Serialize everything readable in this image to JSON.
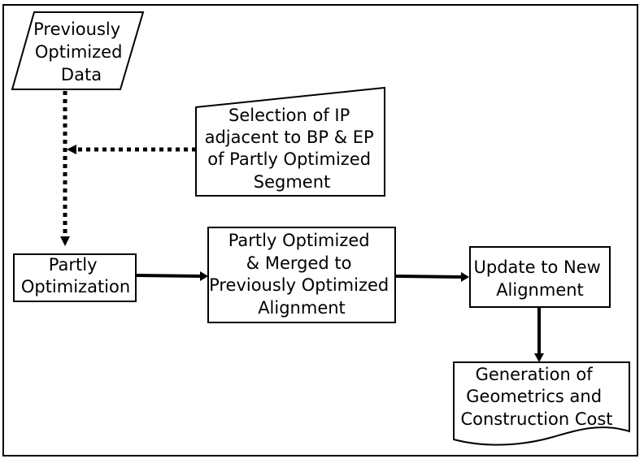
{
  "diagram": {
    "nodes": {
      "previously_optimized_data": {
        "shape": "parallelogram",
        "lines": [
          "Previously",
          "Optimized",
          "Data"
        ]
      },
      "selection_of_ip": {
        "shape": "manual-input",
        "lines": [
          "Selection of IP",
          "adjacent to BP & EP",
          "of Partly Optimized",
          "Segment"
        ]
      },
      "partly_optimization": {
        "shape": "rectangle",
        "lines": [
          "Partly",
          "Optimization"
        ]
      },
      "partly_optimized_merged": {
        "shape": "rectangle",
        "lines": [
          "Partly Optimized",
          "& Merged to",
          "Previously Optimized",
          "Alignment"
        ]
      },
      "update_to_new_alignment": {
        "shape": "rectangle",
        "lines": [
          "Update to New",
          "Alignment"
        ]
      },
      "generation_of_geometrics": {
        "shape": "document",
        "lines": [
          "Generation of",
          "Geometrics and",
          "Construction Cost"
        ]
      }
    },
    "edges": [
      {
        "from": "previously_optimized_data",
        "to": "partly_optimization",
        "style": "dotted"
      },
      {
        "from": "selection_of_ip",
        "to": "previously_optimized_data-partly_optimization-line",
        "style": "dotted"
      },
      {
        "from": "partly_optimization",
        "to": "partly_optimized_merged",
        "style": "solid"
      },
      {
        "from": "partly_optimized_merged",
        "to": "update_to_new_alignment",
        "style": "solid"
      },
      {
        "from": "update_to_new_alignment",
        "to": "generation_of_geometrics",
        "style": "solid"
      }
    ]
  }
}
